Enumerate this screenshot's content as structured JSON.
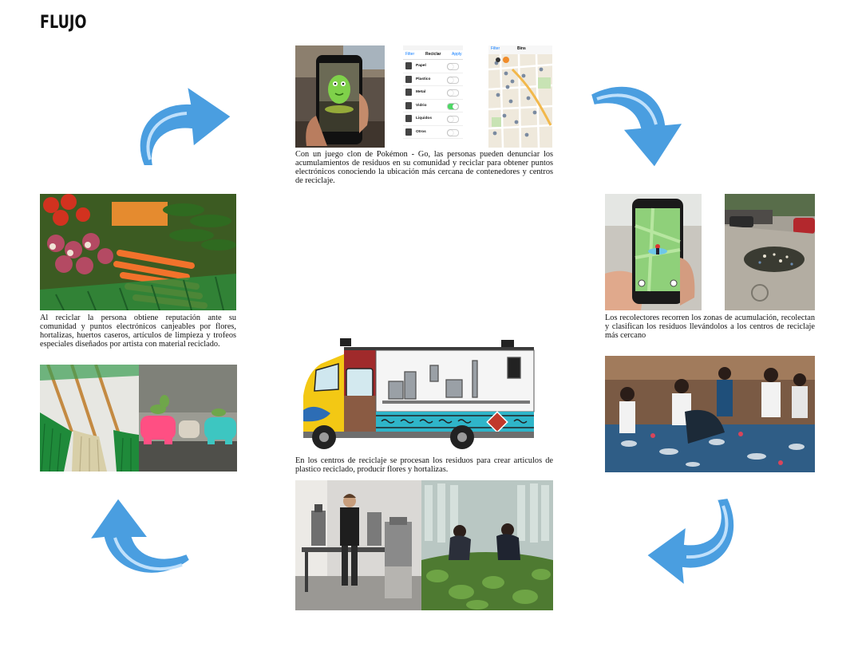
{
  "title": "FLUJO",
  "captions": {
    "step1": "Con un juego clon de Pokémon - Go, las personas pueden denunciar los acumulamientos de residuos en su comunidad y reciclar para obtener puntos electrónicos conociendo la ubicación más cercana de contenedores y centros de reciclaje.",
    "step2": "Los recolectores recorren los zonas de acumulación, recolectan y clasifican los residuos llevándolos a los centros de reciclaje más cercano",
    "step3": "En los centros de reciclaje se procesan los residuos para crear articulos de plastico reciclado, producir flores y hortalizas.",
    "step4": "Al reciclar la persona obtiene reputación ante su comunidad y puntos electrónicos canjeables por flores, hortalizas, huertos caseros, artículos de limpieza y trofeos especiales diseñados por artista con material reciclado."
  },
  "app_screen": {
    "back": "Filter",
    "title": "Reciclar",
    "apply": "Apply",
    "items": [
      {
        "label": "Papel",
        "on": false
      },
      {
        "label": "Plastico",
        "on": false
      },
      {
        "label": "Metal",
        "on": false
      },
      {
        "label": "Vidrio",
        "on": true
      },
      {
        "label": "Liquidos",
        "on": false
      },
      {
        "label": "Otros",
        "on": false
      }
    ],
    "accent": "#4cd964"
  },
  "map_screen": {
    "back": "Filter",
    "title": "Bins"
  },
  "colors": {
    "arrow": "#4a9ee0",
    "arrow_dark": "#2b6fb8",
    "truck_red": "#9e2a2b",
    "truck_yellow": "#f1c40f",
    "truck_teal": "#29b6c8",
    "truck_brown": "#8b5a3c"
  }
}
